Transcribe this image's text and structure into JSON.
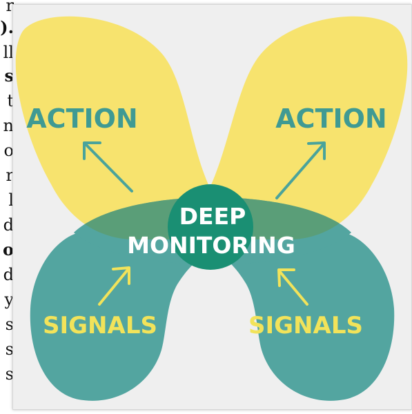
{
  "left_fragments": [
    "r",
    ").",
    "ll",
    "s",
    "t",
    "n",
    "o",
    "r",
    "l",
    "d",
    "o",
    "d",
    "y",
    "s",
    "s",
    "s"
  ],
  "diagram": {
    "top_left_label": "ACTION",
    "top_right_label": "ACTION",
    "center_label_line1": "DEEP",
    "center_label_line2": "MONITORING",
    "bottom_left_label": "SIGNALS",
    "bottom_right_label": "SIGNALS"
  },
  "colors": {
    "yellow": "#f7e36e",
    "teal": "#53a5a0",
    "overlap": "#5a9e78",
    "center_circle": "#1a8f73",
    "action_text": "#3f9a93",
    "signals_text": "#f2e35a",
    "center_text": "#ffffff"
  }
}
